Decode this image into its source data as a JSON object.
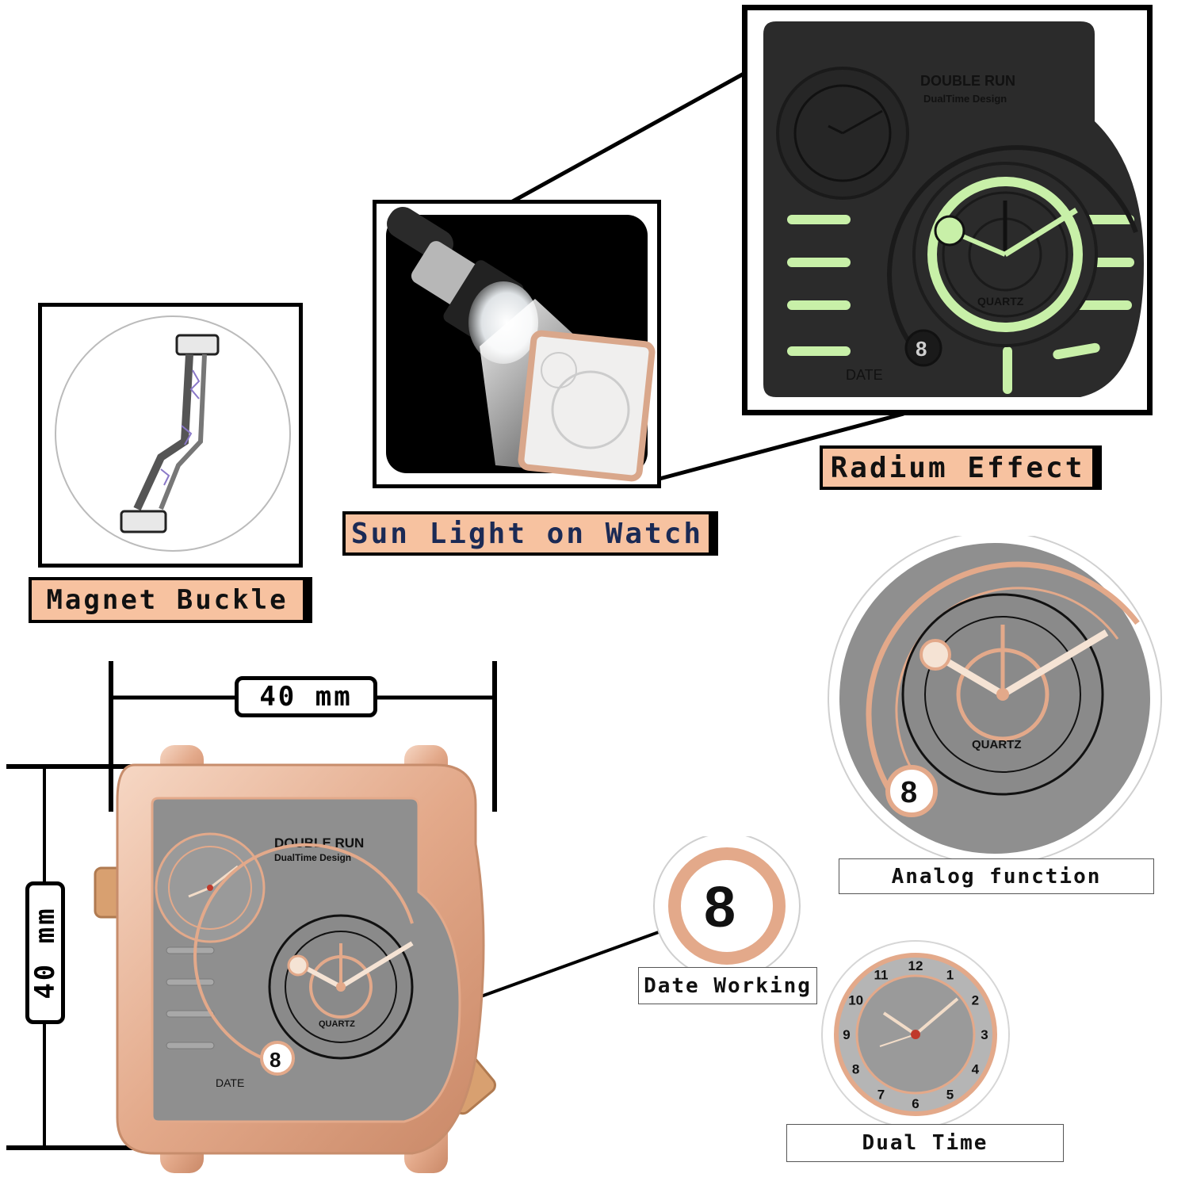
{
  "labels": {
    "magnet_buckle": "Magnet Buckle",
    "sun_light": "Sun Light on Watch",
    "radium_effect": "Radium Effect",
    "analog_function": "Analog function",
    "date_working": "Date Working",
    "dual_time": "Dual Time",
    "width_dimension": "40 mm",
    "height_dimension": "40 mm"
  },
  "watch": {
    "brand": "DOUBLE RUN",
    "tagline": "DualTime Design",
    "movement": "QUARTZ",
    "date_label": "DATE",
    "date_value": "8",
    "subdial_numerals": [
      "12",
      "1",
      "2",
      "3",
      "4",
      "5",
      "6",
      "7",
      "8",
      "9",
      "10",
      "11"
    ]
  },
  "colors": {
    "rose_gold": "#e3a98a",
    "label_fill": "#f7c2a0",
    "dial_grey": "#8f8f8f",
    "lume_green": "#c8f0a8",
    "dark_dial": "#2b2b2b",
    "sunlight_text": "#1b2a55"
  }
}
